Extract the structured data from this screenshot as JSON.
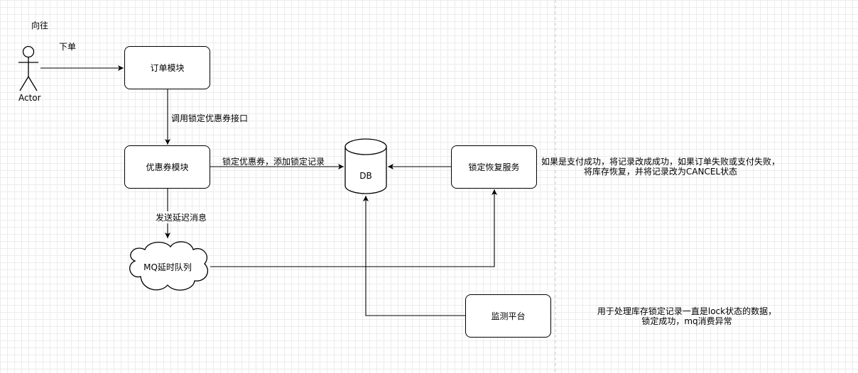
{
  "actor": {
    "name": "Actor",
    "label_top": "向往"
  },
  "nodes": {
    "order": "订单模块",
    "coupon": "优惠券模块",
    "mq": "MQ延时队列",
    "db": "DB",
    "lock_restore": "锁定恢复服务",
    "monitor": "监测平台"
  },
  "edges": {
    "place_order": "下单",
    "call_lock": "调用锁定优惠券接口",
    "lock_coupon": "锁定优惠券，添加锁定记录",
    "send_delay": "发送延迟消息"
  },
  "notes": {
    "restore_line1": "如果是支付成功，将记录改成成功，如果订单失败或支付失败，",
    "restore_line2": "将库存恢复，并将记录改为CANCEL状态",
    "monitor_line1": "用于处理库存锁定记录一直是lock状态的数据，",
    "monitor_line2": "锁定成功，mq消费异常"
  }
}
